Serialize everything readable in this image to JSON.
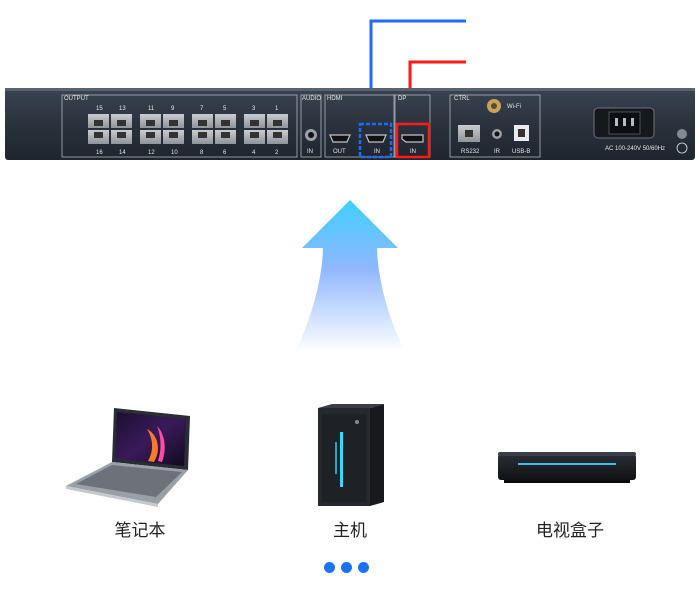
{
  "panel": {
    "output_title": "OUTPUT",
    "port_numbers_top": [
      "15",
      "13",
      "11",
      "9",
      "7",
      "5",
      "3",
      "1"
    ],
    "port_numbers_bottom": [
      "16",
      "14",
      "12",
      "10",
      "8",
      "6",
      "4",
      "2"
    ],
    "audio_title": "AUDIO",
    "audio_in": "IN",
    "hdmi_title": "HDMI",
    "hdmi_out": "OUT",
    "hdmi_in": "IN",
    "dp_title": "DP",
    "dp_in": "IN",
    "ctrl_title": "CTRL",
    "wifi": "Wi-Fi",
    "rs232": "RS232",
    "ir": "IR",
    "usb": "USB-B",
    "power": "AC 100-240V 50/60Hz"
  },
  "devices": [
    {
      "name": "笔记本",
      "icon": "laptop-icon"
    },
    {
      "name": "主机",
      "icon": "desktop-tower-icon"
    },
    {
      "name": "电视盒子",
      "icon": "tv-box-icon"
    }
  ],
  "colors": {
    "hdmi_highlight": "#1e6bff",
    "dp_highlight": "#ff1a1a",
    "arrow_top": "#3fd0ff",
    "dots": "#1a73ff"
  }
}
